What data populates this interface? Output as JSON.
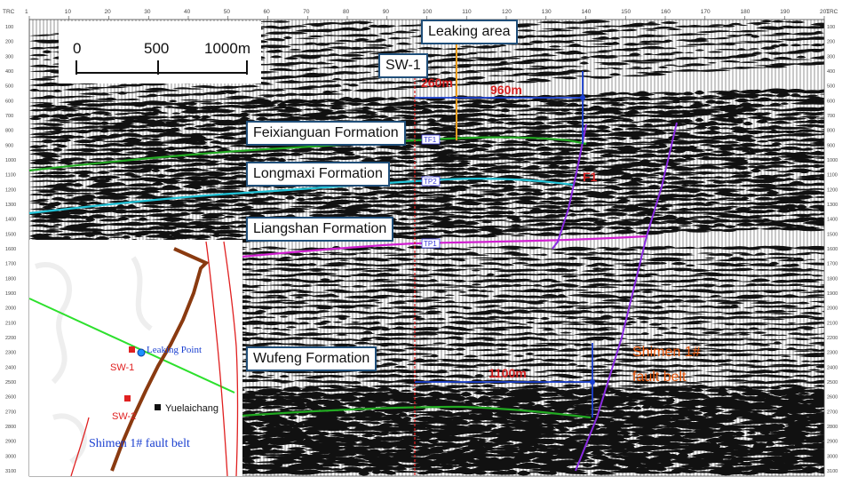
{
  "colors": {
    "background": "#ffffff",
    "seismic": "#111111",
    "label_border": "#1f4e79",
    "horizon_green": "#22aa22",
    "horizon_cyan": "#22c4d8",
    "horizon_magenta": "#d01fd0",
    "fault_purple": "#8a2be2",
    "leak_orange": "#f0a020",
    "measure_blue": "#1a3fd0",
    "distance_red": "#d42020",
    "fault_belt_orange": "#e8580c",
    "inset_green": "#2de02d",
    "inset_road_brown": "#8a3a10",
    "inset_river_red": "#e02020"
  },
  "section": {
    "trc_left": "TRC",
    "trc_right": "TRC",
    "trace_ticks": [
      "1",
      "10",
      "20",
      "30",
      "40",
      "50",
      "60",
      "70",
      "80",
      "90",
      "100",
      "110",
      "120",
      "130",
      "140",
      "150",
      "160",
      "170",
      "180",
      "190",
      "201"
    ],
    "time_ticks": [
      "100",
      "200",
      "300",
      "400",
      "500",
      "600",
      "700",
      "800",
      "900",
      "1000",
      "1100",
      "1200",
      "1300",
      "1400",
      "1500",
      "1600",
      "1700",
      "1800",
      "1900",
      "2000",
      "2100",
      "2200",
      "2300",
      "2400",
      "2500",
      "2600",
      "2700",
      "2800",
      "2900",
      "3000",
      "3100"
    ]
  },
  "scale_bar": {
    "labels": [
      "0",
      "500",
      "1000m"
    ]
  },
  "labels": {
    "leaking_area": "Leaking area",
    "sw1": "SW-1",
    "feixianguan": "Feixianguan Formation",
    "longmaxi": "Longmaxi Formation",
    "liangshan": "Liangshan Formation",
    "wufeng": "Wufeng Formation"
  },
  "markers": {
    "tf1": "TF1",
    "tp2": "TP2",
    "tp1": "TP1",
    "f1": "F1"
  },
  "distances": {
    "d260": "260m",
    "d960": "960m",
    "d1100": "1100m"
  },
  "fault_belt": {
    "line1": "Shimen 1#",
    "line2": "fault belt"
  },
  "inset": {
    "leaking_point": "Leaking Point",
    "sw1": "SW-1",
    "sw2": "SW-2",
    "yuelaichang": "Yuelaichang",
    "belt": "Shimen 1# fault belt"
  }
}
